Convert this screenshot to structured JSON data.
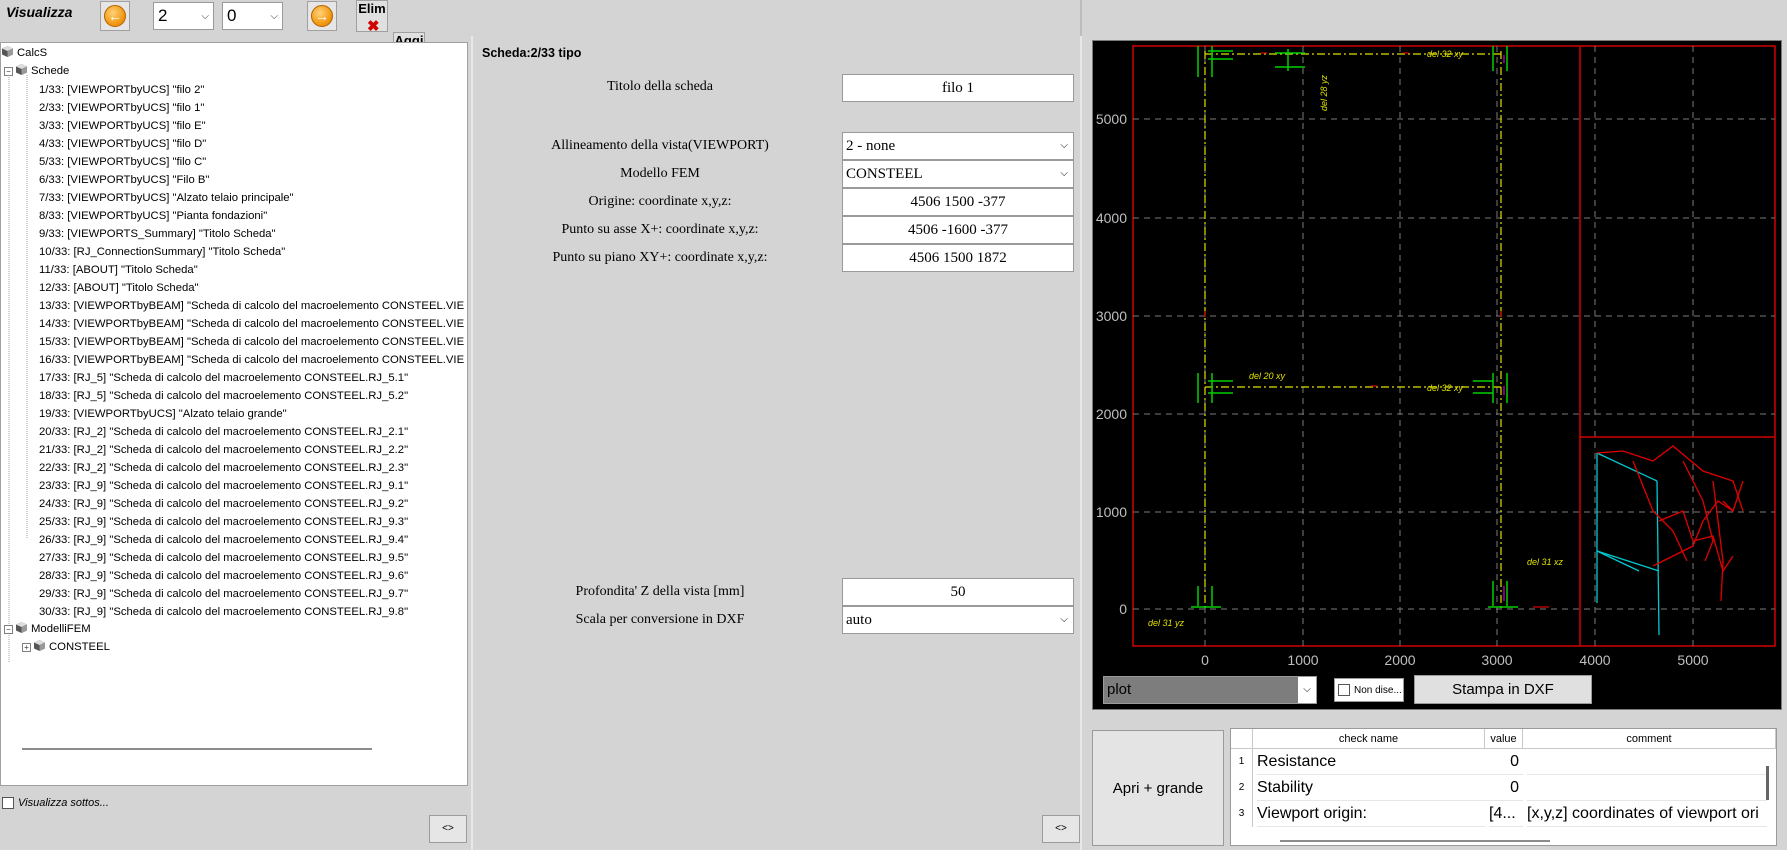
{
  "toolbar": {
    "title": "Visualizza",
    "combo1": "2",
    "combo2": "0",
    "elim_label": "Elim",
    "aggi_label": "Aggi"
  },
  "tree": {
    "root": "CalcS",
    "schede": "Schede",
    "items": [
      "1/33: [VIEWPORTbyUCS] \"filo 2\"",
      "2/33: [VIEWPORTbyUCS] \"filo 1\"",
      "3/33: [VIEWPORTbyUCS] \"filo E\"",
      "4/33: [VIEWPORTbyUCS] \"filo D\"",
      "5/33: [VIEWPORTbyUCS] \"filo C\"",
      "6/33: [VIEWPORTbyUCS] \"Filo B\"",
      "7/33: [VIEWPORTbyUCS] \"Alzato telaio principale\"",
      "8/33: [VIEWPORTbyUCS] \"Pianta fondazioni\"",
      "9/33: [VIEWPORTS_Summary] \"Titolo Scheda\"",
      "10/33: [RJ_ConnectionSummary] \"Titolo Scheda\"",
      "11/33: [ABOUT] \"Titolo Scheda\"",
      "12/33: [ABOUT] \"Titolo Scheda\"",
      "13/33: [VIEWPORTbyBEAM] \"Scheda di calcolo del macroelemento CONSTEEL.VIE",
      "14/33: [VIEWPORTbyBEAM] \"Scheda di calcolo del macroelemento CONSTEEL.VIE",
      "15/33: [VIEWPORTbyBEAM] \"Scheda di calcolo del macroelemento CONSTEEL.VIE",
      "16/33: [VIEWPORTbyBEAM] \"Scheda di calcolo del macroelemento CONSTEEL.VIE",
      "17/33: [RJ_5] \"Scheda di calcolo del macroelemento CONSTEEL.RJ_5.1\"",
      "18/33: [RJ_5] \"Scheda di calcolo del macroelemento CONSTEEL.RJ_5.2\"",
      "19/33: [VIEWPORTbyUCS] \"Alzato telaio grande\"",
      "20/33: [RJ_2] \"Scheda di calcolo del macroelemento CONSTEEL.RJ_2.1\"",
      "21/33: [RJ_2] \"Scheda di calcolo del macroelemento CONSTEEL.RJ_2.2\"",
      "22/33: [RJ_2] \"Scheda di calcolo del macroelemento CONSTEEL.RJ_2.3\"",
      "23/33: [RJ_9] \"Scheda di calcolo del macroelemento CONSTEEL.RJ_9.1\"",
      "24/33: [RJ_9] \"Scheda di calcolo del macroelemento CONSTEEL.RJ_9.2\"",
      "25/33: [RJ_9] \"Scheda di calcolo del macroelemento CONSTEEL.RJ_9.3\"",
      "26/33: [RJ_9] \"Scheda di calcolo del macroelemento CONSTEEL.RJ_9.4\"",
      "27/33: [RJ_9] \"Scheda di calcolo del macroelemento CONSTEEL.RJ_9.5\"",
      "28/33: [RJ_9] \"Scheda di calcolo del macroelemento CONSTEEL.RJ_9.6\"",
      "29/33: [RJ_9] \"Scheda di calcolo del macroelemento CONSTEEL.RJ_9.7\"",
      "30/33: [RJ_9] \"Scheda di calcolo del macroelemento CONSTEEL.RJ_9.8\""
    ],
    "modelli": "ModelliFEM",
    "consteel": "CONSTEEL",
    "visualizza_sotto": "Visualizza sottos...",
    "toggle_label": "<>"
  },
  "form": {
    "title": "Scheda:2/33 tipo",
    "titolo_label": "Titolo della scheda",
    "titolo_value": "filo 1",
    "allineamento_label": "Allineamento della vista(VIEWPORT)",
    "allineamento_value": "2 - none",
    "modello_label": "Modello FEM",
    "modello_value": "CONSTEEL",
    "origine_label": "Origine: coordinate x,y,z:",
    "origine_value": "4506 1500 -377",
    "asse_label": "Punto su asse X+: coordinate x,y,z:",
    "asse_value": "4506 -1600 -377",
    "piano_label": "Punto su piano XY+: coordinate x,y,z:",
    "piano_value": "4506 1500 1872",
    "profondita_label": "Profondita' Z della vista [mm]",
    "profondita_value": "50",
    "scala_label": "Scala per conversione in DXF",
    "scala_value": "auto",
    "toggle_label": "<>"
  },
  "plot": {
    "y_ticks": [
      "5000",
      "4000",
      "3000",
      "2000",
      "1000",
      "0"
    ],
    "x_ticks": [
      "0",
      "1000",
      "2000",
      "3000",
      "4000",
      "5000"
    ],
    "labels": [
      "del 32 xy",
      "del 28 yz",
      "del 20 xy",
      "del 32 xy",
      "del 31 xz",
      "del 31 yz"
    ],
    "combo": "plot",
    "non_dise": "Non dise...",
    "stampa": "Stampa in DXF"
  },
  "checks": {
    "apri": "Apri + grande",
    "headers": [
      "check name",
      "value",
      "comment"
    ],
    "rows": [
      {
        "n": "1",
        "name": "Resistance",
        "value": "0",
        "comment": ""
      },
      {
        "n": "2",
        "name": "Stability",
        "value": "0",
        "comment": ""
      },
      {
        "n": "3",
        "name": "Viewport origin:",
        "value": "[4...",
        "comment": "[x,y,z] coordinates of viewport ori"
      }
    ]
  }
}
